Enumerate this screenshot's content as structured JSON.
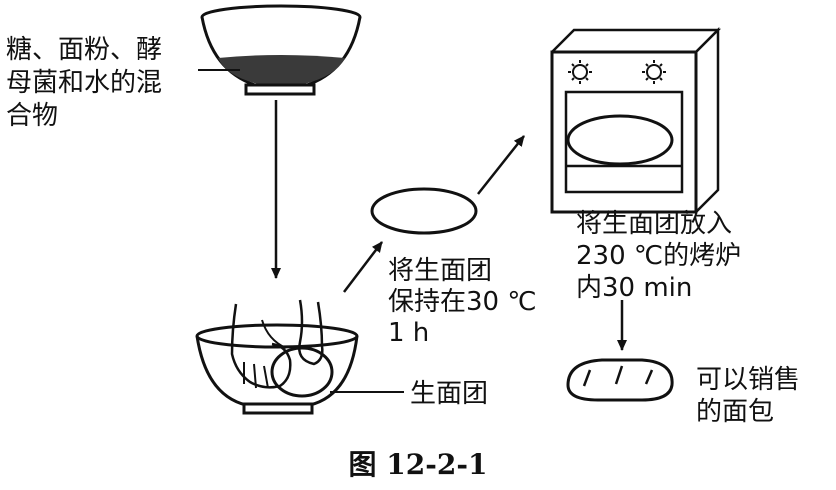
{
  "labels": {
    "mixture_line1": "糖、面粉、酵",
    "mixture_line2": "母菌和水的混",
    "mixture_line3": "合物",
    "keep_line1": "将生面团",
    "keep_line2": "保持在30 ℃",
    "keep_line3": "1 h",
    "oven_line1": "将生面团放入",
    "oven_line2": "230 ℃的烤炉",
    "oven_line3": "内30 min",
    "raw_dough": "生面团",
    "bread_line1": "可以销售",
    "bread_line2": "的面包"
  },
  "caption": "图 12-2-1"
}
